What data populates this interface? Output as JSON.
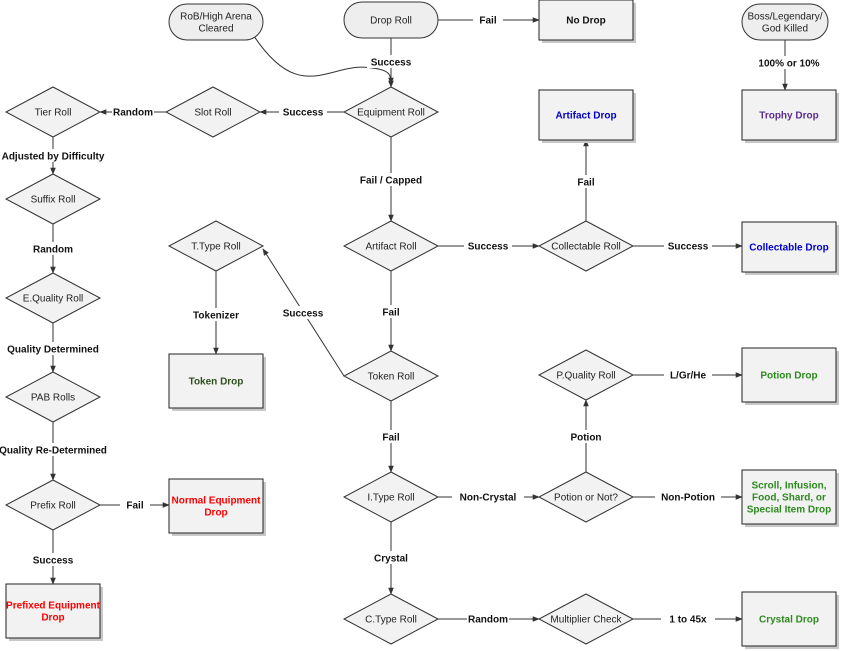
{
  "colors": {
    "black": "#111111",
    "red": "#ff0000",
    "blue": "#0000cc",
    "purple": "#5b2d8e",
    "green": "#2d8a1e",
    "dark_green": "#2f4f1f"
  },
  "nodes": {
    "rob_cleared": {
      "lines": [
        "RoB/High Arena",
        "Cleared"
      ]
    },
    "drop_roll": {
      "lines": [
        "Drop Roll"
      ]
    },
    "no_drop": {
      "lines": [
        "No Drop"
      ],
      "color": "black"
    },
    "boss_killed": {
      "lines": [
        "Boss/Legendary/",
        "God Killed"
      ]
    },
    "trophy_drop": {
      "lines": [
        "Trophy Drop"
      ],
      "color": "purple"
    },
    "equipment_roll": {
      "lines": [
        "Equipment Roll"
      ]
    },
    "slot_roll": {
      "lines": [
        "Slot Roll"
      ]
    },
    "tier_roll": {
      "lines": [
        "Tier Roll"
      ]
    },
    "artifact_drop": {
      "lines": [
        "Artifact Drop"
      ],
      "color": "blue"
    },
    "suffix_roll": {
      "lines": [
        "Suffix Roll"
      ]
    },
    "ttype_roll": {
      "lines": [
        "T.Type Roll"
      ]
    },
    "artifact_roll": {
      "lines": [
        "Artifact Roll"
      ]
    },
    "collectable_roll": {
      "lines": [
        "Collectable Roll"
      ]
    },
    "collectable_drop": {
      "lines": [
        "Collectable Drop"
      ],
      "color": "blue"
    },
    "equality_roll": {
      "lines": [
        "E.Quality Roll"
      ]
    },
    "token_drop": {
      "lines": [
        "Token Drop"
      ],
      "color": "dark_green"
    },
    "token_roll": {
      "lines": [
        "Token Roll"
      ]
    },
    "pquality_roll": {
      "lines": [
        "P.Quality Roll"
      ]
    },
    "potion_drop": {
      "lines": [
        "Potion Drop"
      ],
      "color": "green"
    },
    "pab_rolls": {
      "lines": [
        "PAB Rolls"
      ]
    },
    "prefix_roll": {
      "lines": [
        "Prefix Roll"
      ]
    },
    "normal_equipment_drop": {
      "lines": [
        "Normal Equipment",
        "Drop"
      ],
      "color": "red"
    },
    "itype_roll": {
      "lines": [
        "I.Type Roll"
      ]
    },
    "potion_or_not": {
      "lines": [
        "Potion or Not?"
      ]
    },
    "scroll_drop": {
      "lines": [
        "Scroll, Infusion,",
        "Food, Shard, or",
        "Special Item Drop"
      ],
      "color": "green"
    },
    "prefixed_equipment_drop": {
      "lines": [
        "Prefixed Equipment",
        "Drop"
      ],
      "color": "red"
    },
    "ctype_roll": {
      "lines": [
        "C.Type Roll"
      ]
    },
    "multiplier_check": {
      "lines": [
        "Multiplier Check"
      ]
    },
    "crystal_drop": {
      "lines": [
        "Crystal Drop"
      ],
      "color": "green"
    }
  },
  "edge_labels": {
    "fail_no_drop": "Fail",
    "success_equipment": "Success",
    "boss_to_trophy": "100% or 10%",
    "success_slot": "Success",
    "random_tier": "Random",
    "adjusted_by_difficulty": "Adjusted by Difficulty",
    "fail_capped": "Fail / Capped",
    "fail_artifact": "Fail",
    "random_equality": "Random",
    "success_collectable_roll": "Success",
    "success_collectable_drop": "Success",
    "tokenizer": "Tokenizer",
    "success_ttype": "Success",
    "fail_token": "Fail",
    "quality_determined": "Quality Determined",
    "lgrhe": "L/Gr/He",
    "potion": "Potion",
    "quality_redetermined": "Quality Re-Determined",
    "fail_itype": "Fail",
    "fail_normal": "Fail",
    "non_crystal": "Non-Crystal",
    "non_potion": "Non-Potion",
    "success_prefixed": "Success",
    "crystal": "Crystal",
    "random_multiplier": "Random",
    "one_to_45x": "1 to 45x"
  }
}
